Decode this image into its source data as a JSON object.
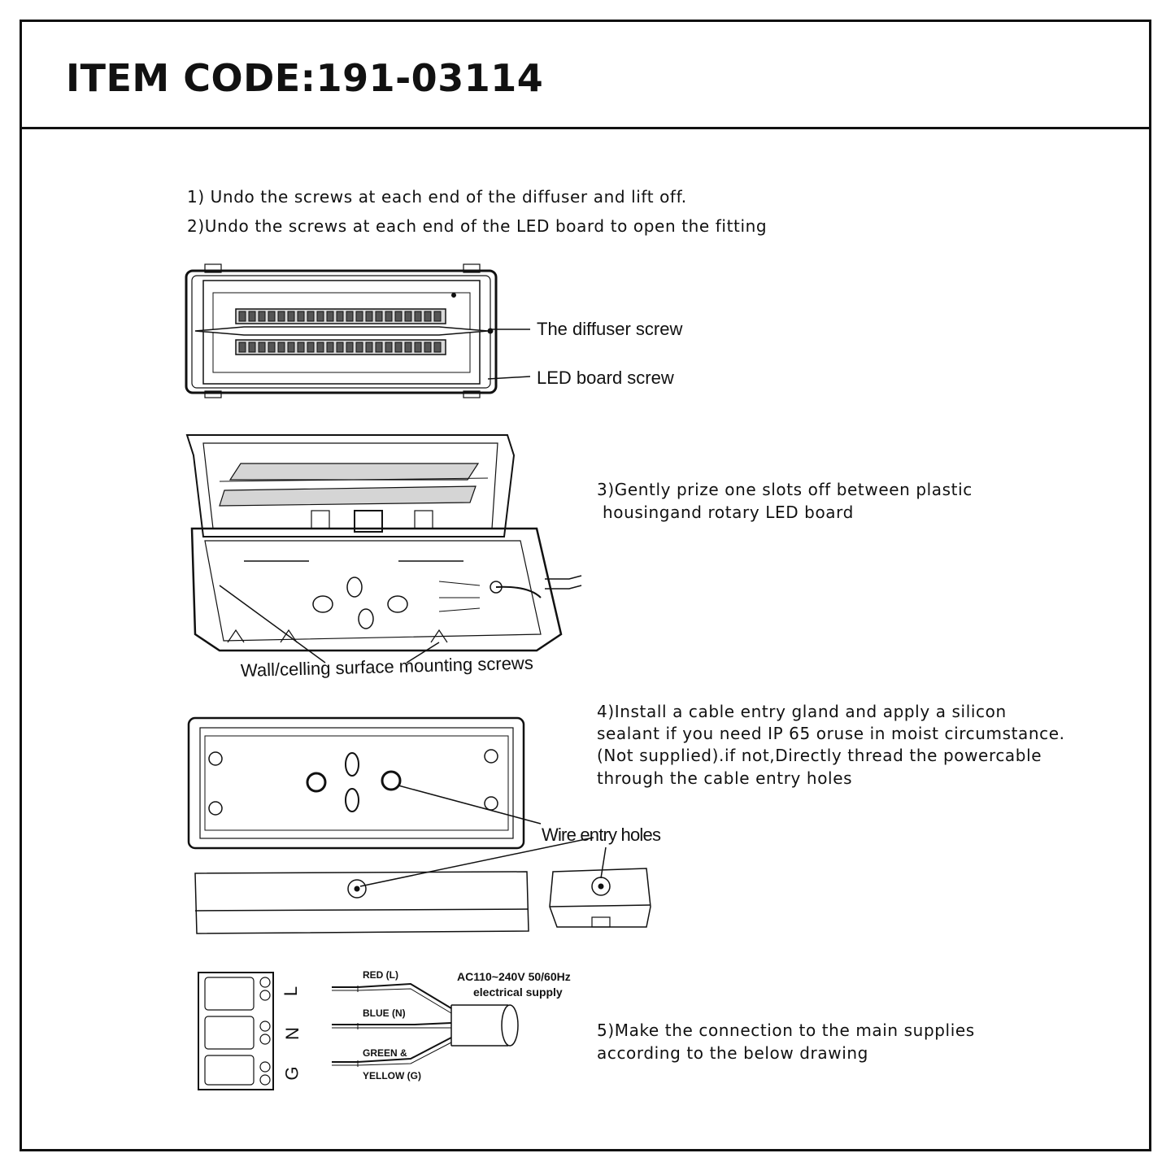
{
  "header": {
    "item_code": "ITEM CODE:191-03114"
  },
  "steps": {
    "s1": "1) Undo the screws at each end of the diffuser and lift off.",
    "s2": "2)Undo the screws at each end of the LED board to open the fitting",
    "s3_line1": "3)Gently prize one slots off between plastic",
    "s3_line2": " housingand rotary LED board",
    "s4_line1": "4)Install a cable entry gland and apply a silicon",
    "s4_line2": "sealant if you need IP 65 oruse in moist circumstance.",
    "s4_line3": "(Not supplied).if not,Directly thread the powercable",
    "s4_line4": "through the cable entry holes",
    "s5_line1": "5)Make the connection to the main supplies",
    "s5_line2": "according to the below drawing"
  },
  "labels": {
    "diffuser_screw": "The diffuser screw",
    "led_board_screw": "LED board screw",
    "mounting_screws": "Wall/celling surface mounting screws",
    "wire_entry_holes": "Wire entry holes"
  },
  "wiring": {
    "terminal_l": "L",
    "terminal_n": "N",
    "terminal_g": "G",
    "red": "RED (L)",
    "blue": "BLUE (N)",
    "green_1": "GREEN &",
    "green_2": "YELLOW (G)",
    "supply_1": "AC110~240V 50/60Hz",
    "supply_2": "electrical supply"
  }
}
